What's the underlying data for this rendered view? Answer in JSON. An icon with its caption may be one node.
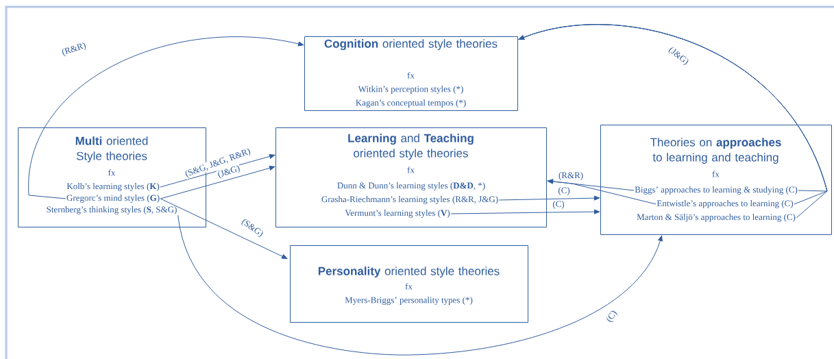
{
  "diagram": {
    "nodes": [
      {
        "text": [
          "**Cognition** oriented style theories",
          "fx",
          "Witkin’s perception styles (*)",
          "Kagan’s conceptual tempos (*)"
        ]
      },
      {
        "text": [
          "**Multi** oriented Style theories",
          "fx"
        ]
      },
      {
        "text": [
          "Kolb’s learning styles (**K**)"
        ],
        "in": 1
      },
      {
        "text": [
          "Gregorc’s mind styles (**G**)"
        ],
        "in": 1
      },
      {
        "text": [
          "Sternberg’s thinking styles (**S**, S&G)"
        ],
        "in": 1
      },
      {
        "text": [
          "**Learning** and **Teaching** oriented style theories",
          "fx"
        ]
      },
      {
        "text": [
          "Dunn & Dunn’s learning styles (**D&D**, *)"
        ],
        "in": 5
      },
      {
        "text": [
          "Grasha-Riechmann’s learning styles (R&R, J&G)"
        ],
        "in": 5
      },
      {
        "text": [
          "Vermunt’s learning styles (**V**)"
        ],
        "in": 5
      },
      {
        "text": [
          "Theories on **approaches** to learning and teaching",
          "fx"
        ]
      },
      {
        "text": [
          "Biggs’ approaches to learning & studying (C)"
        ],
        "in": 9
      },
      {
        "text": [
          "Entwistle’s approaches to learning (C)"
        ],
        "in": 9
      },
      {
        "text": [
          "Marton & Säljö’s approaches to learning (C)"
        ],
        "in": 9
      },
      {
        "text": [
          "**Personality** oriented style theories",
          "fx",
          "Myers-Briggs’ personality types (*)"
        ]
      }
    ],
    "edges": [
      {
        "from": 3,
        "to": 0,
        "arrow": "to",
        "label": "(R&R)"
      },
      {
        "from": 2,
        "to": 5,
        "arrow": "to",
        "label": "(S&G, J&G, R&R)"
      },
      {
        "from": 3,
        "to": 5,
        "arrow": "to",
        "label": "(J&G)"
      },
      {
        "from": 3,
        "to": 13,
        "arrow": "to",
        "label": "(S&G)"
      },
      {
        "from": 4,
        "to": 9,
        "arrow": "to",
        "label": "(C)"
      },
      {
        "from": 10,
        "to": 5,
        "arrow": "to",
        "label": "(R&R)"
      },
      {
        "from": 11,
        "to": 5,
        "arrow": "to"
      },
      {
        "from": 7,
        "to": 9,
        "arrow": "to",
        "label": "(C)"
      },
      {
        "from": 8,
        "to": 9,
        "arrow": "to",
        "label": "(C)"
      },
      {
        "from": 10,
        "to": 0,
        "arrow": "to",
        "label": "(J&G)"
      },
      {
        "from": 11,
        "to": 0,
        "arrow": "to"
      },
      {
        "from": 12,
        "to": 0,
        "arrow": "to"
      }
    ]
  }
}
